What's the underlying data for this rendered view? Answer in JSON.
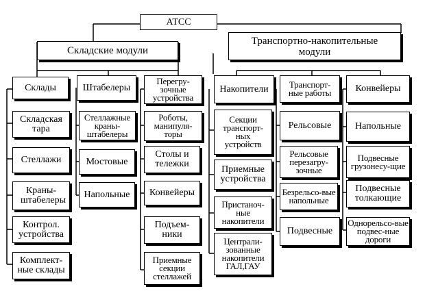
{
  "root": "АТСС",
  "branches": {
    "storage": {
      "title": "Складские модули"
    },
    "transport": {
      "title": "Транспортно-накопительные модули"
    }
  },
  "columns": [
    {
      "header": "Склады",
      "items": [
        "Складская тара",
        "Стеллажи",
        "Краны-штабелеры",
        "Контрол. устройства",
        "Комплект-ные склады"
      ]
    },
    {
      "header": "Штабелеры",
      "items": [
        "Стеллажные краны-штабелеры",
        "Мостовые",
        "Напольные"
      ]
    },
    {
      "header": "Перегру-зочные устройства",
      "items": [
        "Роботы, манипуля-торы",
        "Столы и тележки",
        "Конвейеры",
        "Подъем-ники",
        "Приемные секции стеллажей"
      ]
    },
    {
      "header": "Накопители",
      "items": [
        "Секции транспорт-ных устройств",
        "Приемные устройства",
        "Пристаноч-ные накопители",
        "Централи-зованные накопители ГАЛ,ГАУ"
      ]
    },
    {
      "header": "Транспорт-ные работы",
      "items": [
        "Рельсовые",
        "Рельсовые перезагру-зочные",
        "Безрельсо-вые напольные",
        "Подвесные"
      ]
    },
    {
      "header": "Конвейеры",
      "items": [
        "Напольные",
        "Подвесные грузонесу-щие",
        "Подвесные толкающие",
        "Однорельсо-вые подвес-ные дороги"
      ]
    }
  ]
}
